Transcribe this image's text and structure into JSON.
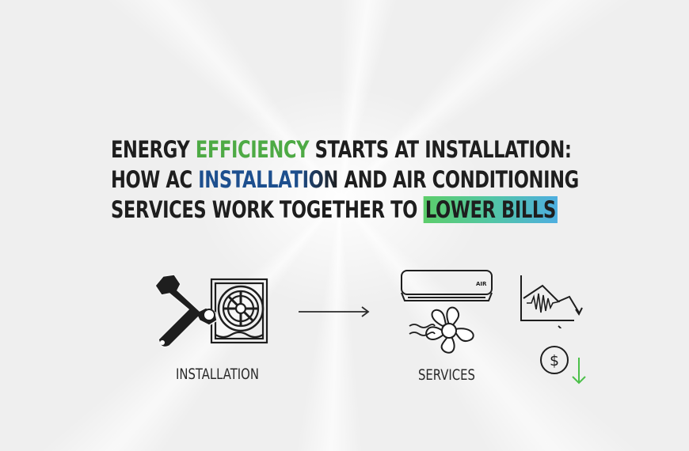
{
  "headline": {
    "line1": {
      "pre": "ENERGY ",
      "green": "EFFICIENCY",
      "post": " STARTS AT INSTALLATION:"
    },
    "line2": {
      "pre": "HOW AC ",
      "blue": "INSTALLATION",
      "post": " AND AIR CONDITIONING"
    },
    "line3": {
      "pre": "SERVICES WORK TOGETHER TO ",
      "highlight": "LOWER BILLS"
    }
  },
  "diagram": {
    "installation_label": "INSTALLATION",
    "services_label": "SERVICES",
    "ac_unit_text": "AIR",
    "dollar_symbol": "$"
  },
  "colors": {
    "background": "#efefef",
    "text": "#1e1e1e",
    "green": "#4eaa45",
    "blue": "#1d4f8e",
    "highlight_start": "#5ccd6a",
    "highlight_end": "#4eaee0",
    "down_arrow": "#4cc04a"
  }
}
